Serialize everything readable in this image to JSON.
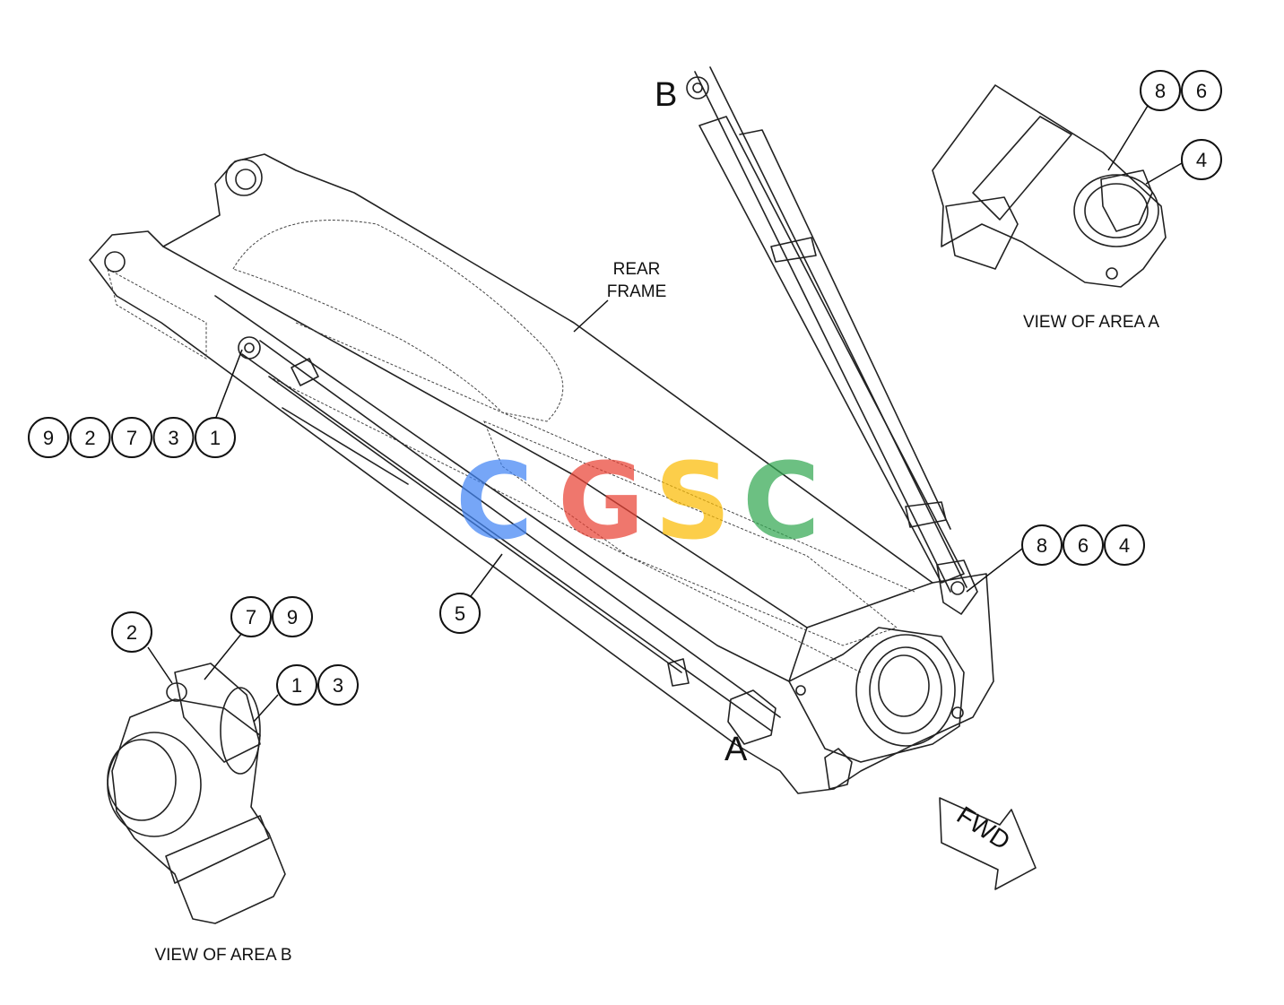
{
  "labels": {
    "rear_frame_line1": "REAR",
    "rear_frame_line2": "FRAME",
    "view_a": "VIEW OF AREA A",
    "view_b": "VIEW OF AREA B",
    "point_a": "A",
    "point_b": "B",
    "fwd": "FWD"
  },
  "callouts": {
    "group_left": [
      "9",
      "2",
      "7",
      "3",
      "1"
    ],
    "hose": [
      "5"
    ],
    "view_a_top": [
      "8",
      "6"
    ],
    "view_a_mid": [
      "4"
    ],
    "frame_right": [
      "8",
      "6",
      "4"
    ],
    "view_b_left": [
      "2"
    ],
    "view_b_top": [
      "7",
      "9"
    ],
    "view_b_right": [
      "1",
      "3"
    ]
  },
  "watermark": {
    "letters": [
      "C",
      "G",
      "S",
      "C"
    ],
    "colors": [
      "#4285F4",
      "#EA4335",
      "#FBBC05",
      "#34A853"
    ]
  }
}
